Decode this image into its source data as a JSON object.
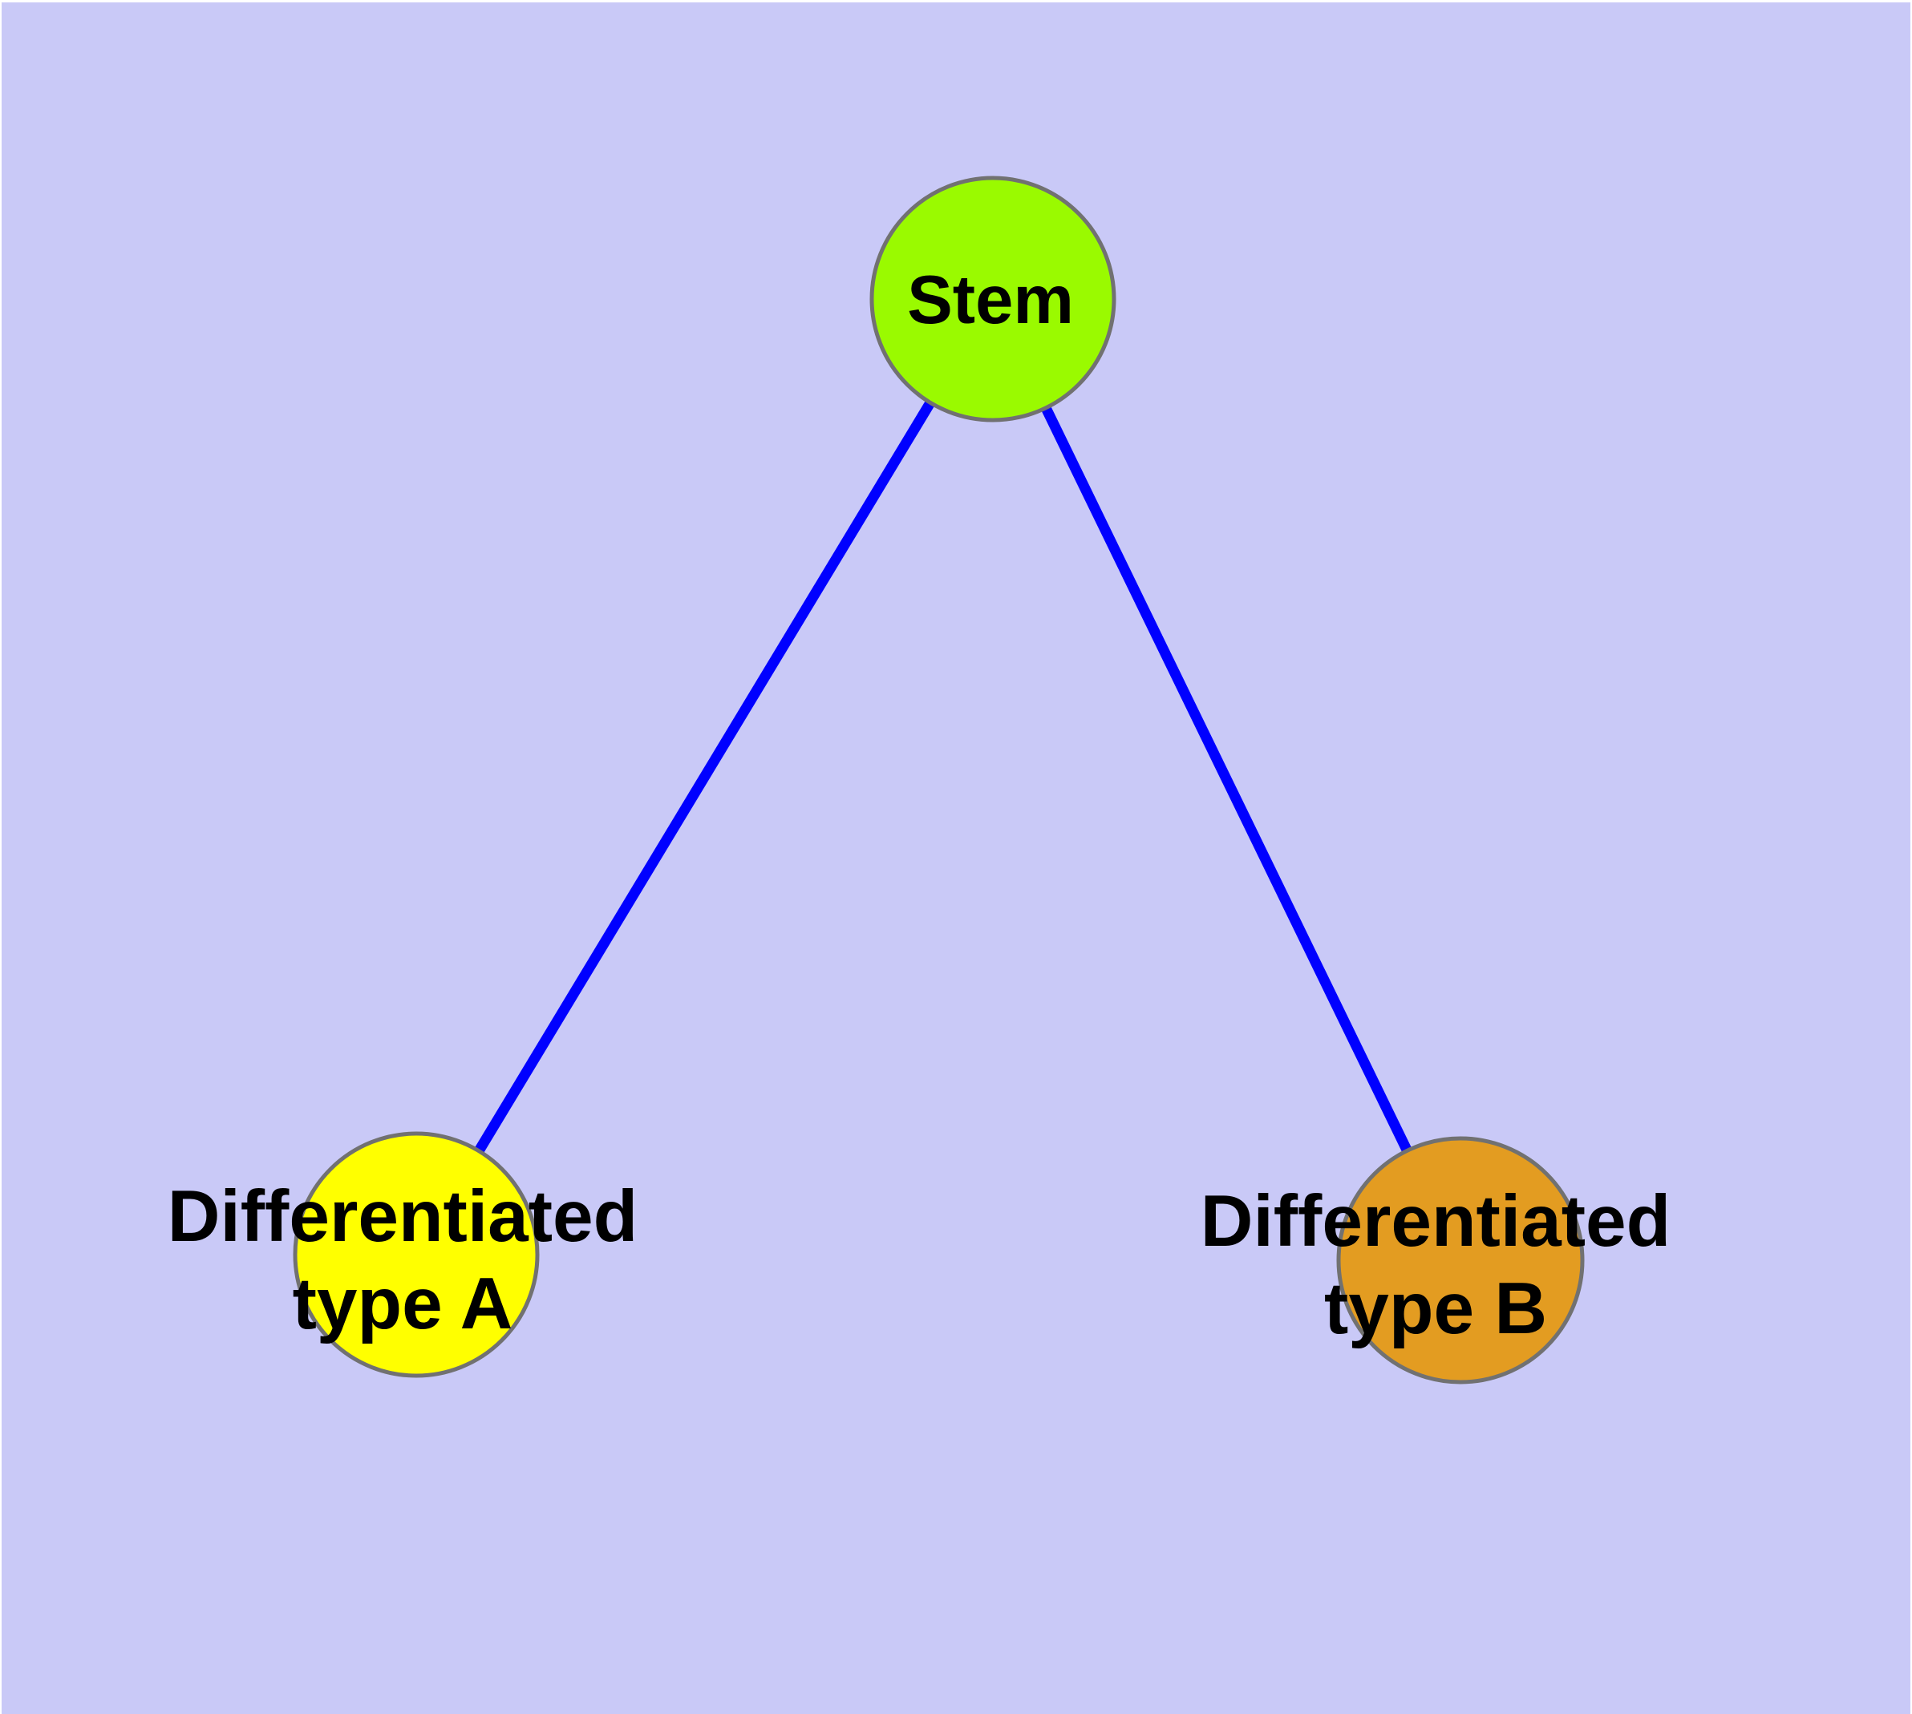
{
  "diagram": {
    "canvas": {
      "background": "#C9C9F7",
      "margin_color": "#FFFFFF"
    },
    "edges": {
      "color": "#0000FF",
      "items": [
        {
          "from": "stem",
          "to": "type_a"
        },
        {
          "from": "stem",
          "to": "type_b"
        }
      ]
    },
    "nodes": {
      "stem": {
        "label": "Stem",
        "fill": "#9AFA00",
        "border": "#717171"
      },
      "type_a": {
        "label_line1": "Differentiated",
        "label_line2": "type A",
        "fill": "#FFFF00",
        "border": "#717171"
      },
      "type_b": {
        "label_line1": "Differentiated",
        "label_line2": "type B",
        "fill": "#E39C21",
        "border": "#717171"
      }
    }
  }
}
